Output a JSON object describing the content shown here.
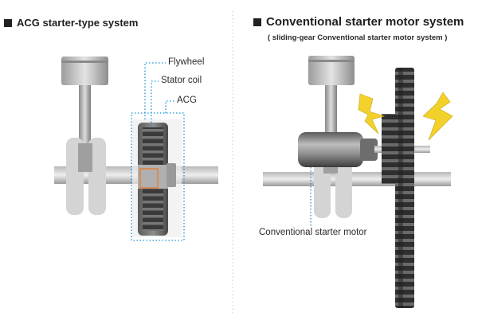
{
  "left": {
    "heading": "ACG starter-type system",
    "labels": {
      "flywheel": "Flywheel",
      "stator": "Stator coil",
      "acg": "ACG"
    }
  },
  "right": {
    "heading": "Conventional starter motor system",
    "subheading": "( sliding-gear Conventional starter motor system )",
    "labels": {
      "motor": "Conventional starter motor"
    }
  },
  "colors": {
    "callout": "#1a8fd6",
    "stator": "#e2803a",
    "lightning": "#f2d12a"
  }
}
